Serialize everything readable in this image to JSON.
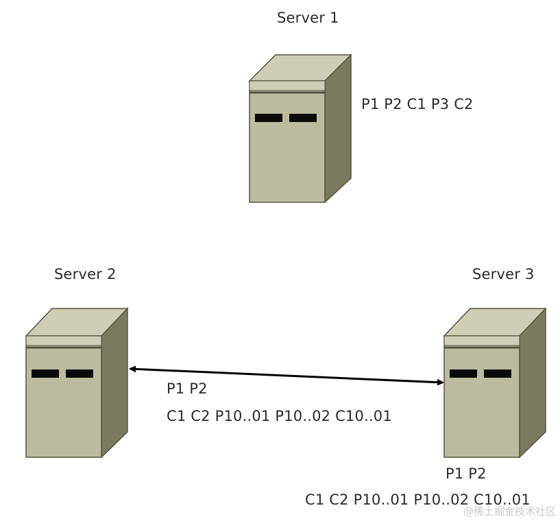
{
  "servers": [
    {
      "name": "Server 1",
      "log": [
        "P1 P2 C1 P3 C2"
      ]
    },
    {
      "name": "Server 2",
      "log": []
    },
    {
      "name": "Server 3",
      "log": [
        "P1 P2",
        "C1 C2 P10..01 P10..02 C10..01"
      ]
    }
  ],
  "link": {
    "log": [
      "P1 P2",
      "C1 C2 P10..01 P10..02 C10..01"
    ]
  },
  "watermark": "@稀土掘金技术社区",
  "colors": {
    "front": "#bdbb9f",
    "top": "#cfcdb4",
    "side": "#7b7a5e",
    "stroke": "#55543f",
    "slot": "#0a0a0a",
    "arrow": "#000000"
  }
}
